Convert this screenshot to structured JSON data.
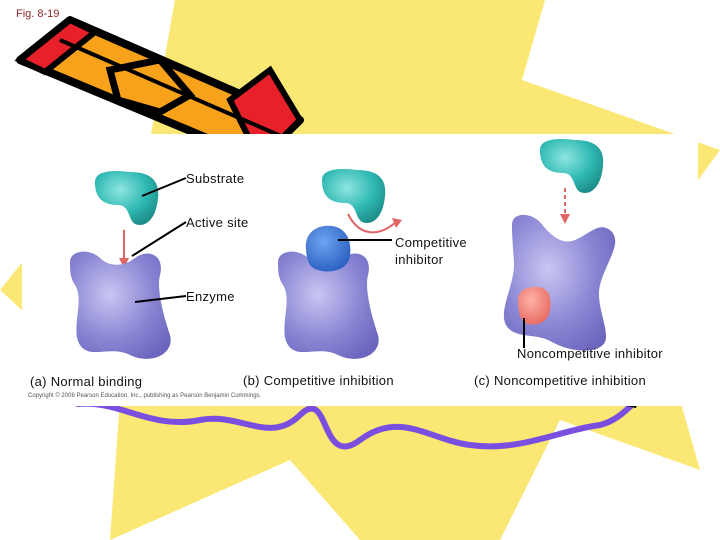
{
  "fig_label": "Fig. 8-19",
  "labels": {
    "substrate": "Substrate",
    "active_site": "Active site",
    "enzyme": "Enzyme",
    "competitive_inhibitor_line1": "Competitive",
    "competitive_inhibitor_line2": "inhibitor",
    "noncompetitive_inhibitor": "Noncompetitive inhibitor"
  },
  "captions": {
    "a": "(a) Normal binding",
    "b": "(b) Competitive inhibition",
    "c": "(c) Noncompetitive inhibition"
  },
  "copyright": "Copyright © 2008 Pearson Education, Inc., publishing as Pearson Benjamin Cummings.",
  "colors": {
    "yellow": "#fbe773",
    "substrate": "#2fb8b3",
    "enzyme": "#8a86d4",
    "competitive": "#2f6fd0",
    "noncompetitive": "#f07c72",
    "squiggle": "#7a4fe0",
    "pencil_red": "#e8202a",
    "pencil_orange": "#f7a21a"
  },
  "icons": [
    "pencil-icon",
    "squiggle-decoration"
  ]
}
